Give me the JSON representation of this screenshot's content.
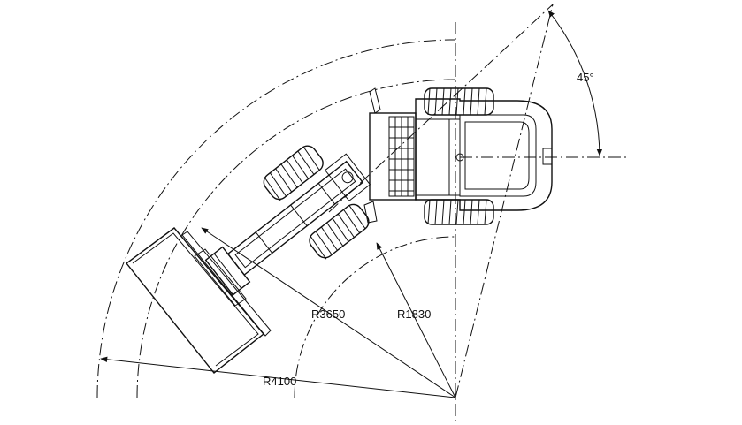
{
  "dimensions": {
    "outer_radius": "R4100",
    "bucket_radius": "R3650",
    "inner_radius": "R1830",
    "angle": "45°"
  }
}
